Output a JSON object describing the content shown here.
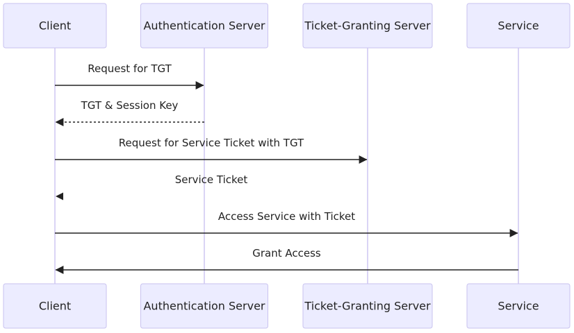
{
  "actors": [
    {
      "id": "client",
      "label": "Client"
    },
    {
      "id": "as",
      "label": "Authentication Server"
    },
    {
      "id": "tgs",
      "label": "Ticket-Granting Server"
    },
    {
      "id": "service",
      "label": "Service"
    }
  ],
  "messages": [
    {
      "id": "m1",
      "from": "client",
      "to": "as",
      "label": "Request for TGT",
      "style": "solid"
    },
    {
      "id": "m2",
      "from": "as",
      "to": "client",
      "label": "TGT & Session Key",
      "style": "dashed"
    },
    {
      "id": "m3",
      "from": "client",
      "to": "tgs",
      "label": "Request for Service Ticket with TGT",
      "style": "solid"
    },
    {
      "id": "m4",
      "from": "tgs",
      "to": "client",
      "label": "Service Ticket",
      "style": "hidden"
    },
    {
      "id": "m5",
      "from": "client",
      "to": "service",
      "label": "Access Service with Ticket",
      "style": "solid"
    },
    {
      "id": "m6",
      "from": "service",
      "to": "client",
      "label": "Grant Access",
      "style": "solid"
    }
  ],
  "colors": {
    "actor_fill": "#ececff",
    "actor_stroke": "#c9c2ef",
    "lifeline": "#c2b8ee",
    "line": "#222222",
    "text": "#222222"
  }
}
